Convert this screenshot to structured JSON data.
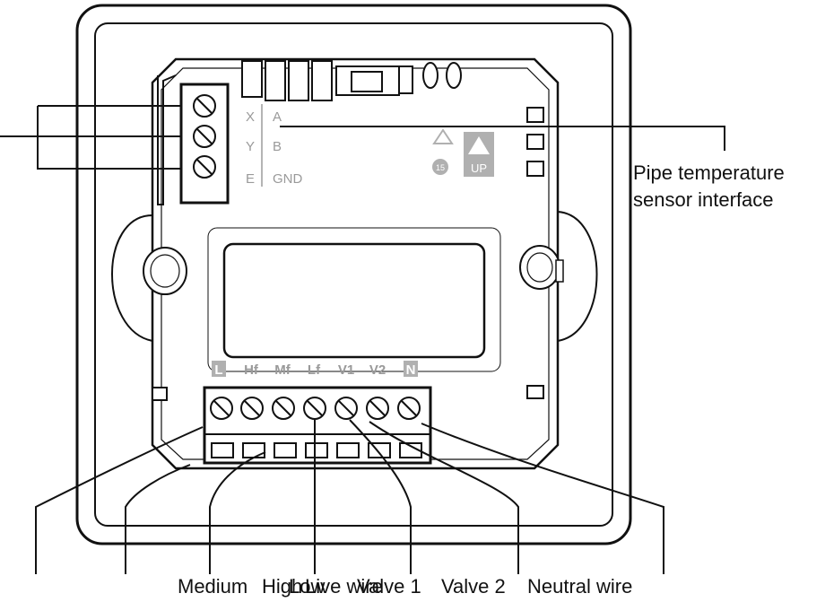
{
  "colors": {
    "line": "#111111",
    "device": "#111111",
    "faint": "#9a9a9a",
    "fill": "#b0b0b0"
  },
  "top_terminal": {
    "row_labels_left": [
      "X",
      "Y",
      "E"
    ],
    "row_labels_right": [
      "A",
      "B",
      "GND"
    ]
  },
  "bottom_terminal": {
    "labels": [
      "L",
      "Hf",
      "Mf",
      "Lf",
      "V1",
      "V2",
      "N"
    ]
  },
  "up_badge": "UP",
  "small_icon_text": "15",
  "callouts": {
    "pipe_sensor_line1": "Pipe temperature",
    "pipe_sensor_line2": "sensor interface",
    "bottom": [
      "Medium",
      "High",
      "Low",
      "Live wire",
      "Valve 1",
      "Valve 2",
      "Neutral wire"
    ]
  }
}
